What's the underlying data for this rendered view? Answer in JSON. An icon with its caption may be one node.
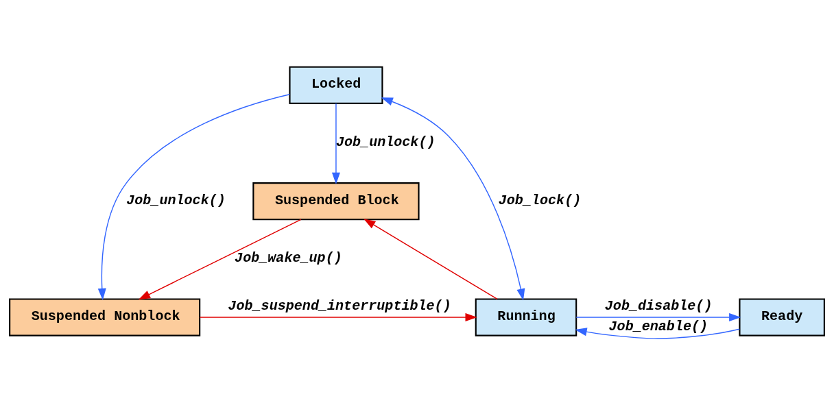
{
  "diagram": {
    "nodes": [
      {
        "text": [
          "Locked"
        ]
      },
      {
        "text": [
          "Suspended Block"
        ]
      },
      {
        "text": [
          "Ready"
        ]
      },
      {
        "text": [
          "Running"
        ]
      },
      {
        "text": [
          "Suspended Nonblock"
        ]
      }
    ],
    "edges": [
      {
        "from": 2,
        "to": 3,
        "arrow": "to",
        "label": "Job_enable()"
      },
      {
        "from": 3,
        "to": 2,
        "arrow": "to",
        "label": "Job_disable()"
      },
      {
        "from": 3,
        "to": 0,
        "arrow": "both",
        "label": "Job_lock()"
      },
      {
        "from": 0,
        "to": 1,
        "arrow": "to",
        "label": "Job_unlock()"
      },
      {
        "from": 0,
        "to": 4,
        "arrow": "to",
        "label": "Job_unlock()"
      },
      {
        "from": 3,
        "to": 1,
        "arrow": "to",
        "color": "#e00000"
      },
      {
        "from": 1,
        "to": 4,
        "arrow": "to",
        "label": "Job_wake_up()",
        "color": "#e00000"
      },
      {
        "from": 4,
        "to": 3,
        "arrow": "to",
        "label": "Job_suspend_interruptible()",
        "color": "#e00000"
      }
    ]
  }
}
